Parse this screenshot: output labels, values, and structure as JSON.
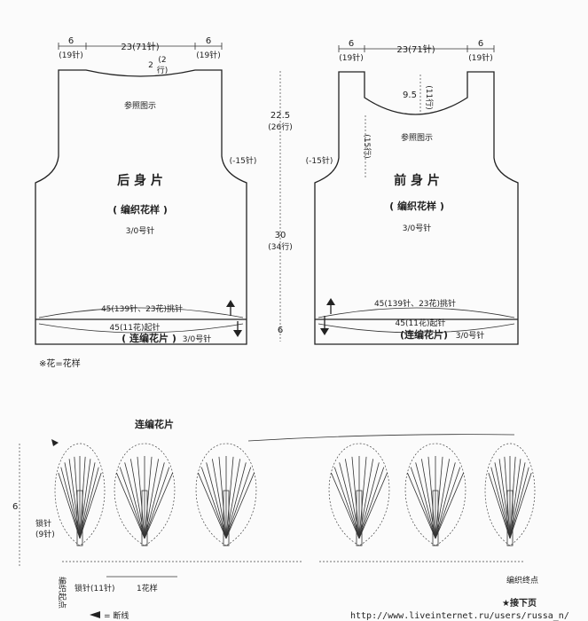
{
  "back_piece": {
    "shoulder_left": "6",
    "shoulder_left_sts": "(19针)",
    "neck_width": "23(71针)",
    "shoulder_right": "6",
    "shoulder_right_sts": "(19针)",
    "neck_depth_a": "2",
    "neck_depth_b": "(2",
    "neck_depth_c": "行)",
    "ref_note": "参照图示",
    "armhole_dec": "(-15针)",
    "title": "后 身 片",
    "pattern": "( 编织花样 )",
    "hook": "3/0号针",
    "hem_pickup": "45(139针、23花)挑针",
    "hem_cast": "45(11花)起针",
    "hem_title": "( 连编花片 )",
    "hem_hook": "3/0号针"
  },
  "front_piece": {
    "shoulder_left": "6",
    "shoulder_left_sts": "(19针)",
    "neck_width": "23(71针)",
    "shoulder_right": "6",
    "shoulder_right_sts": "(19针)",
    "neck_depth": "9.5",
    "neck_rows": "(11行)",
    "armhole_rows": "(15行)",
    "ref_note": "参照图示",
    "armhole_dec": "(-15针)",
    "title": "前 身 片",
    "pattern": "( 编织花样 )",
    "hook": "3/0号针",
    "hem_pickup": "45(139针、23花)挑针",
    "hem_cast": "45(11花)起针",
    "hem_title": "(连编花片)",
    "hem_hook": "3/0号针"
  },
  "middle_dims": {
    "upper": "22.5",
    "upper_rows": "(26行)",
    "lower": "30",
    "lower_rows": "(34行)",
    "band": "6"
  },
  "footnote": "※花=花样",
  "chart": {
    "title": "连编花片",
    "height": "6",
    "chain_side": "锁针",
    "chain_side_count": "(9针)",
    "start_label": "编织起点",
    "chain_bottom": "锁针(11针)",
    "repeat_label": "1花样",
    "end_label": "编织终点",
    "cut_label": "= 断线"
  },
  "footer": {
    "continue": "★接下页",
    "url": "http://www.liveinternet.ru/users/russa_n/"
  }
}
